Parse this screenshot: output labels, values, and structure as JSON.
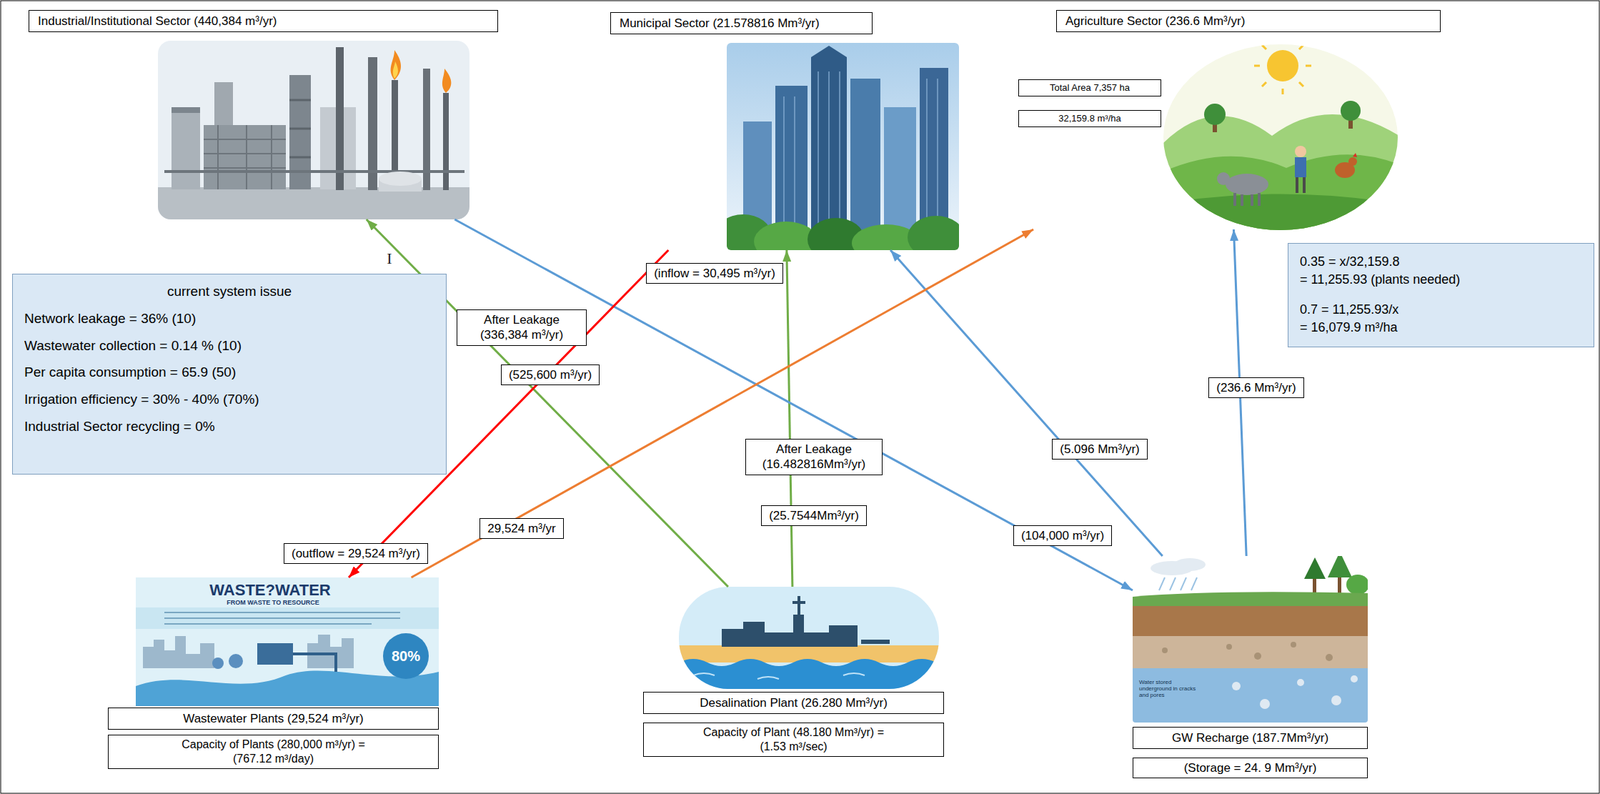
{
  "diagram": {
    "nodes": [
      {
        "text": [
          "Industrial/Institutional Sector (440,384 m³/yr)"
        ]
      },
      {
        "text": [
          "Municipal Sector (21.578816 Mm³/yr)"
        ]
      },
      {
        "text": [
          "Agriculture Sector (236.6 Mm³/yr)"
        ]
      },
      {
        "text": [
          "Total Area 7,357 ha"
        ],
        "in": 2
      },
      {
        "text": [
          "32,159.8 m³/ha"
        ],
        "in": 2
      },
      {
        "text": [
          "0.35 = x/32,159.8",
          "= 11,255.93 (plants needed)",
          "0.7 = 11,255.93/x",
          "= 16,079.9 m³/ha"
        ]
      },
      {
        "text": [
          "current system issue",
          "Network leakage = 36% (10)",
          "Wastewater collection = 0.14 % (10)",
          "Per capita consumption = 65.9 (50)",
          "Irrigation efficiency = 30% - 40% (70%)",
          "Industrial Sector recycling = 0%"
        ]
      },
      {
        "text": [
          "(inflow = 30,495 m³/yr)"
        ]
      },
      {
        "text": [
          "After Leakage (336,384 m³/yr)"
        ]
      },
      {
        "text": [
          "(525,600 m³/yr)"
        ]
      },
      {
        "text": [
          "After Leakage (16.482816Mm³/yr)"
        ]
      },
      {
        "text": [
          "(25.7544Mm³/yr)"
        ]
      },
      {
        "text": [
          "(5.096 Mm³/yr)"
        ]
      },
      {
        "text": [
          "(236.6 Mm³/yr)"
        ]
      },
      {
        "text": [
          "29,524 m³/yr"
        ]
      },
      {
        "text": [
          "(outflow = 29,524 m³/yr)"
        ]
      },
      {
        "text": [
          "(104,000 m³/yr)"
        ]
      },
      {
        "text": [
          "Wastewater Plants (29,524 m³/yr)"
        ]
      },
      {
        "text": [
          "Capacity of Plants (280,000 m³/yr) = (767.12 m³/day)"
        ]
      },
      {
        "text": [
          "Desalination Plant (26.280 Mm³/yr)"
        ]
      },
      {
        "text": [
          "Capacity of Plant (48.180 Mm³/yr) = (1.53 m³/sec)"
        ]
      },
      {
        "text": [
          "GW Recharge (187.7Mm³/yr)"
        ]
      },
      {
        "text": [
          "(Storage = 24. 9 Mm³/yr)"
        ]
      }
    ],
    "edges": [
      {
        "from": 19,
        "to": 0,
        "arrow": "to"
      },
      {
        "from": 19,
        "to": 1,
        "arrow": "to"
      },
      {
        "from": 0,
        "to": 21,
        "arrow": "to"
      },
      {
        "from": 21,
        "to": 1,
        "arrow": "to"
      },
      {
        "from": 21,
        "to": 2,
        "arrow": "to"
      },
      {
        "from": 17,
        "to": 2,
        "arrow": "to"
      },
      {
        "from": 1,
        "to": 17,
        "arrow": "to"
      }
    ],
    "labels": [
      "I",
      "WASTE?WATER",
      "FROM WASTE TO RESOURCE",
      "80%",
      "Water stored underground in cracks and pores"
    ]
  }
}
